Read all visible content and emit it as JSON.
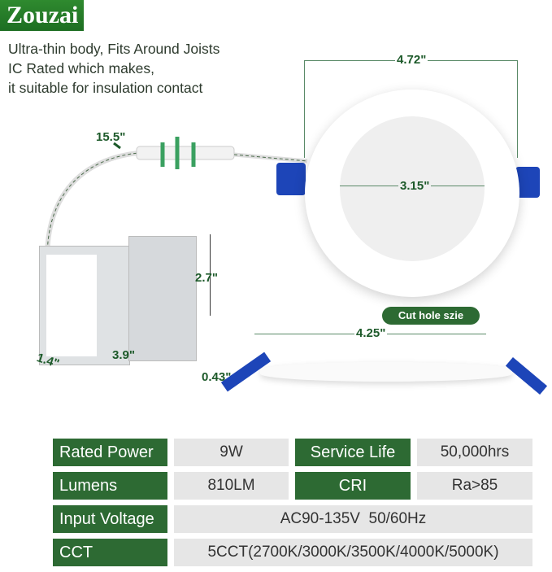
{
  "brand": {
    "name": "Zouzai",
    "accent_color": "#2d6a33"
  },
  "tagline": [
    "Ultra-thin body, Fits Around Joists",
    "IC Rated which makes,",
    "it suitable for insulation contact"
  ],
  "dimensions": {
    "cable_length": "15.5\"",
    "outer_diameter": "4.72\"",
    "light_diameter": "3.15\"",
    "box_height": "2.7\"",
    "box_width": "3.9\"",
    "box_depth": "1.4\"",
    "cut_hole": "4.25\"",
    "thickness": "0.43\""
  },
  "cut_hole_label": "Cut hole szie",
  "specs": {
    "rated_power": {
      "label": "Rated Power",
      "value": "9W"
    },
    "service_life": {
      "label": "Service Life",
      "value": "50,000hrs"
    },
    "lumens": {
      "label": "Lumens",
      "value": "810LM"
    },
    "cri": {
      "label": "CRI",
      "value": "Ra>85"
    },
    "input_voltage": {
      "label": "Input Voltage",
      "value": "AC90-135V  50/60Hz"
    },
    "cct": {
      "label": "CCT",
      "value": "5CCT(2700K/3000K/3500K/4000K/5000K)"
    }
  }
}
